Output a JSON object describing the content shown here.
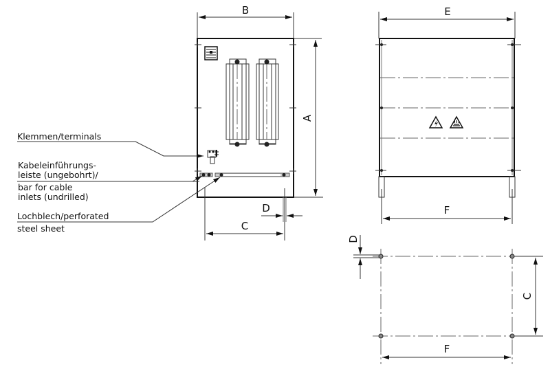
{
  "drawing": {
    "views": [
      "front-view",
      "side-view",
      "mounting-hole-pattern"
    ],
    "dimensions": {
      "front_width": "B",
      "front_height": "A",
      "front_foot_spacing": "C",
      "front_hole_size": "D",
      "side_width": "E",
      "side_foot_spacing": "F",
      "plan_hole_size": "D",
      "plan_depth": "C",
      "plan_width": "F"
    },
    "callouts": {
      "terminals": "Klemmen/terminals",
      "cable_bar_line1": "Kabeleinführungs-",
      "cable_bar_line2": "leiste (ungebohrt)/",
      "cable_bar_line3": "bar for cable",
      "cable_bar_line4": "inlets (undrilled)",
      "perforated_line1": "Lochblech/perforated",
      "perforated_line2": "steel sheet"
    },
    "symbols": [
      "high-voltage-warning",
      "hot-surface-warning"
    ]
  }
}
